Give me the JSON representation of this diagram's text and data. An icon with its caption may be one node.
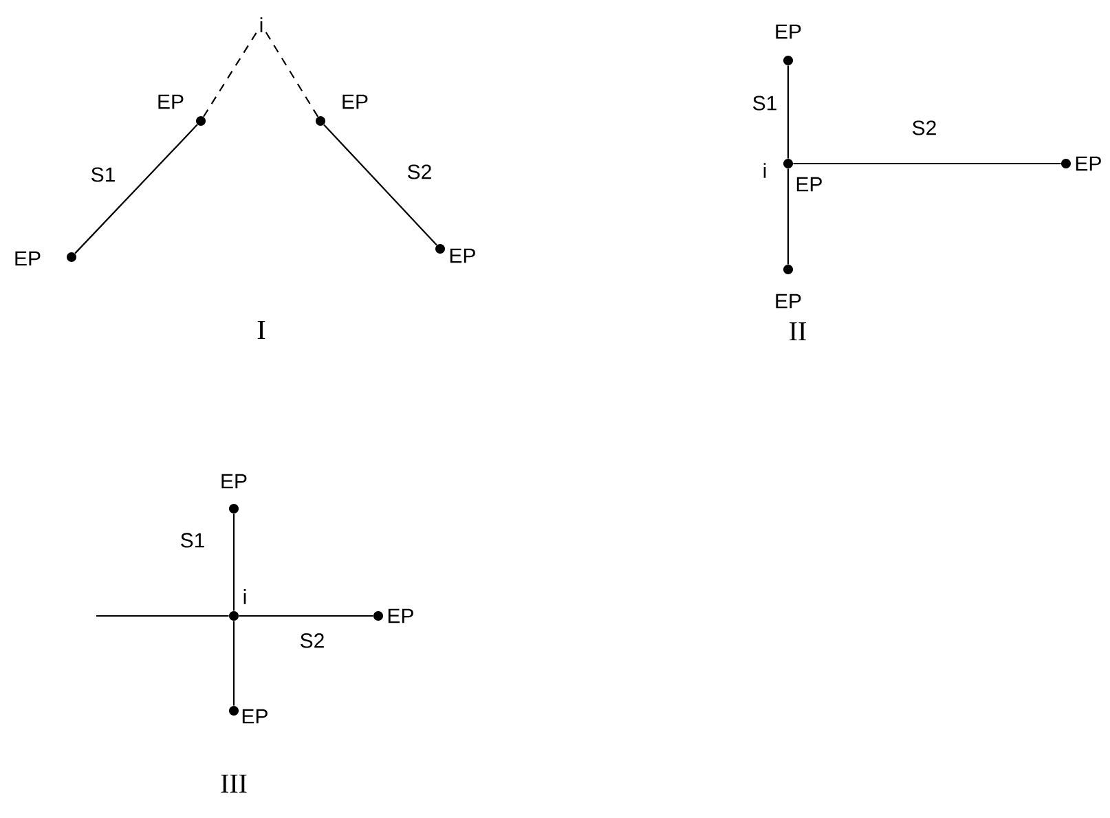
{
  "diagram": {
    "nodes": [
      {
        "text": [
          "i"
        ]
      },
      {
        "text": [],
        "shape": "circle",
        "beside": [
          "EP"
        ]
      },
      {
        "text": [],
        "shape": "circle",
        "beside": [
          "EP"
        ]
      },
      {
        "text": [],
        "shape": "circle",
        "beside": [
          "EP"
        ]
      },
      {
        "text": [],
        "shape": "circle",
        "beside": [
          "EP"
        ]
      },
      {
        "text": [],
        "shape": "circle",
        "beside": [
          "EP"
        ]
      },
      {
        "text": [],
        "shape": "circle",
        "beside": [
          "i",
          "EP"
        ]
      },
      {
        "text": [],
        "shape": "circle",
        "beside": [
          "EP"
        ]
      },
      {
        "text": [],
        "shape": "circle",
        "beside": [
          "EP"
        ]
      },
      {
        "text": [],
        "shape": "circle",
        "beside": [
          "EP"
        ]
      },
      {
        "text": [],
        "shape": "circle",
        "beside": [
          "i"
        ]
      },
      {
        "text": [],
        "shape": "circle",
        "beside": [
          "EP"
        ]
      },
      {
        "text": [],
        "shape": "circle",
        "beside": [
          "EP"
        ]
      }
    ],
    "edges": [
      {
        "from": 1,
        "to": 0,
        "arrow": "none",
        "style": "dashed"
      },
      {
        "from": 2,
        "to": 0,
        "arrow": "none",
        "style": "dashed"
      },
      {
        "from": 3,
        "to": 1,
        "arrow": "none",
        "label": "S1"
      },
      {
        "from": 2,
        "to": 4,
        "arrow": "none",
        "label": "S2"
      },
      {
        "from": 5,
        "to": 6,
        "arrow": "none",
        "label": "S1"
      },
      {
        "from": 6,
        "to": 8,
        "arrow": "none"
      },
      {
        "from": 6,
        "to": 7,
        "arrow": "none",
        "label": "S2"
      },
      {
        "from": 9,
        "to": 10,
        "arrow": "none",
        "label": "S1"
      },
      {
        "from": 10,
        "to": 12,
        "arrow": "none"
      },
      {
        "from": null,
        "to": 10,
        "arrow": "none"
      },
      {
        "from": 10,
        "to": 11,
        "arrow": "none",
        "label": "S2"
      }
    ],
    "labels": [
      "I",
      "II",
      "III"
    ]
  }
}
